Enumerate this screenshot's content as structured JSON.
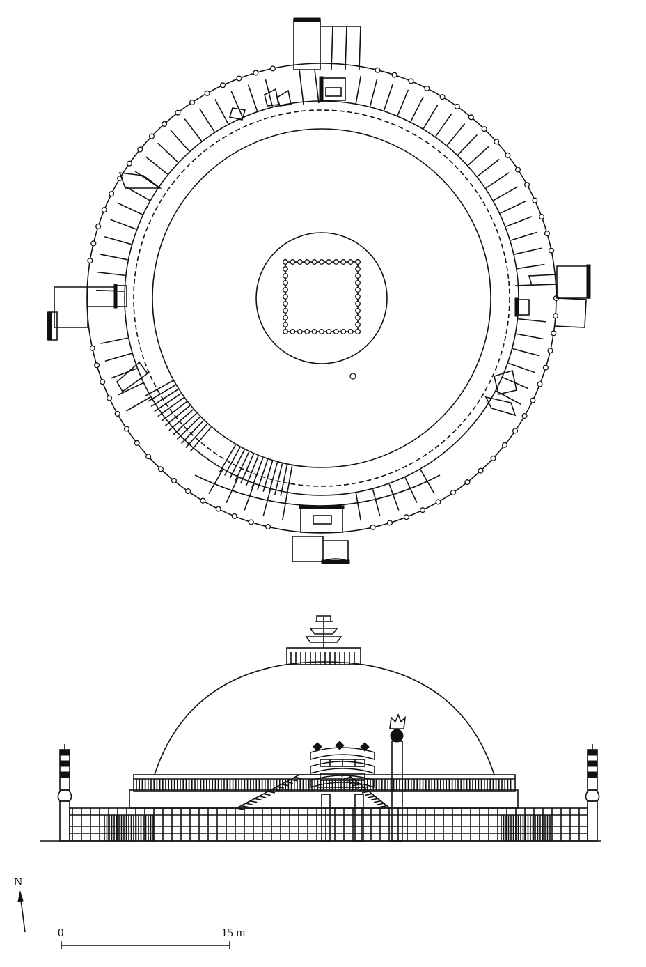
{
  "north_label": "N",
  "scale": {
    "start_label": "0",
    "end_label": "15 m"
  },
  "colors": {
    "ink": "#111111",
    "paper": "#ffffff"
  }
}
